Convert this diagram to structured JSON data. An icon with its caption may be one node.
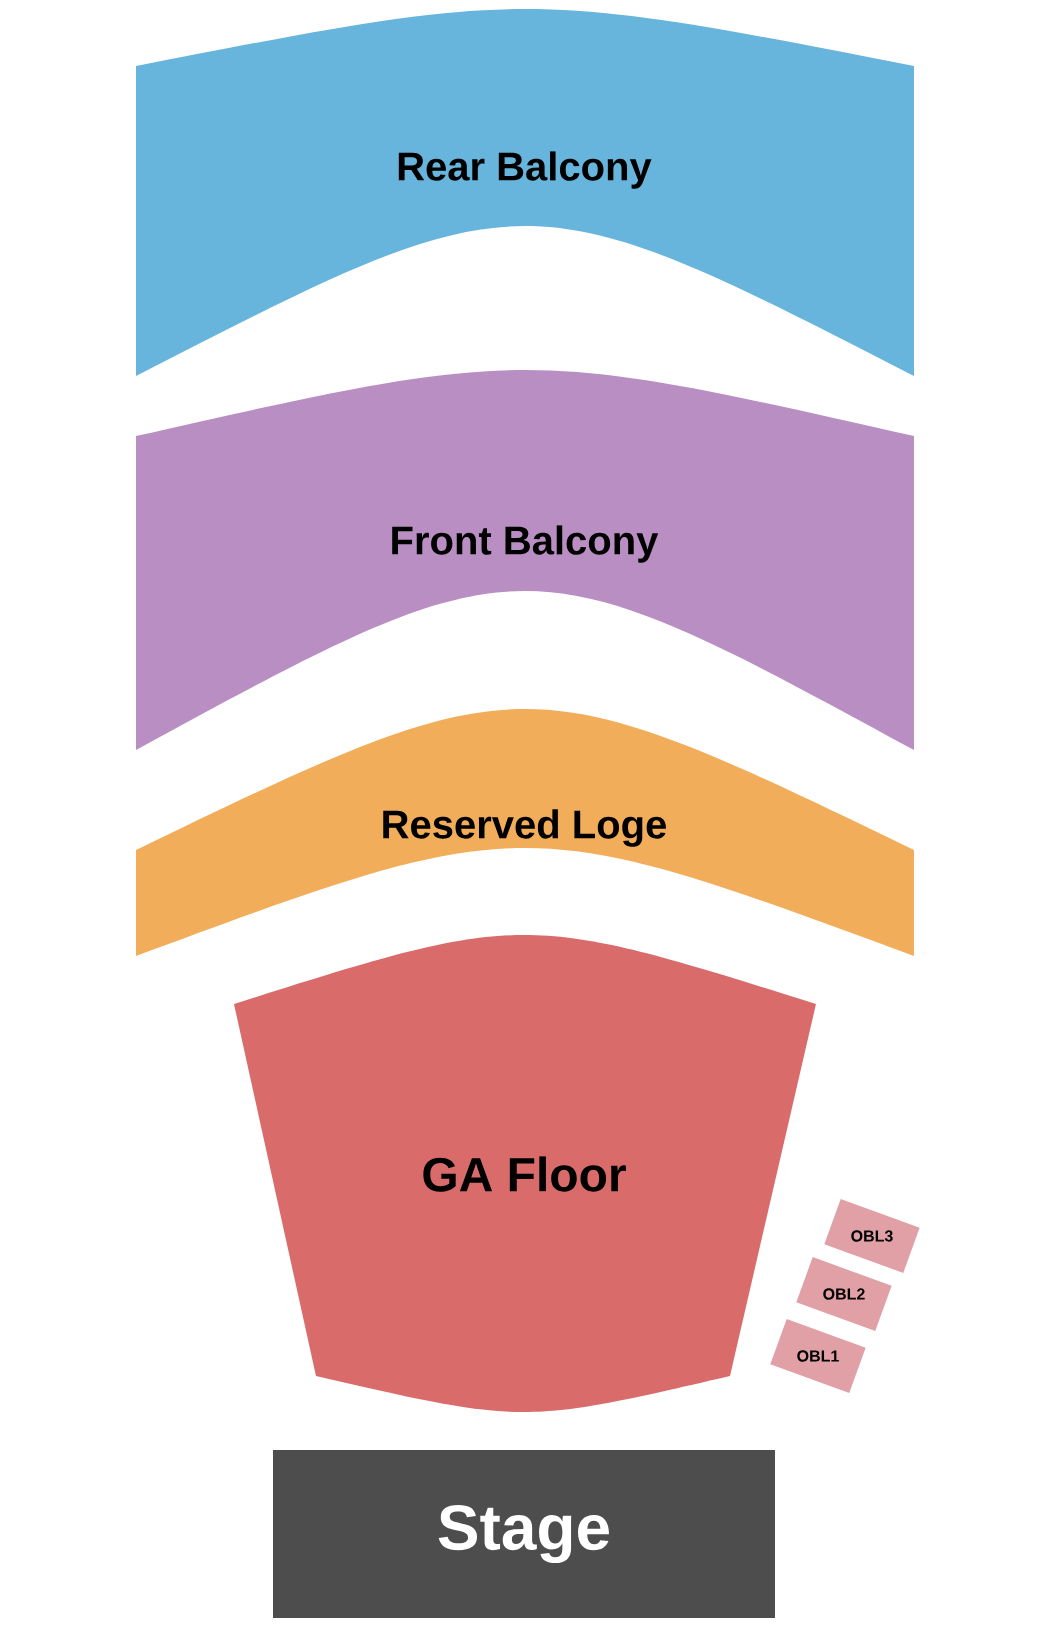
{
  "diagram": {
    "nodes": [
      {
        "text": [
          "Rear Balcony"
        ]
      },
      {
        "text": [
          "Front Balcony"
        ]
      },
      {
        "text": [
          "Reserved Loge"
        ]
      },
      {
        "text": [
          "GA Floor"
        ]
      },
      {
        "text": [
          "OBL3"
        ]
      },
      {
        "text": [
          "OBL2"
        ]
      },
      {
        "text": [
          "OBL1"
        ]
      },
      {
        "text": [
          "Stage"
        ]
      }
    ]
  }
}
